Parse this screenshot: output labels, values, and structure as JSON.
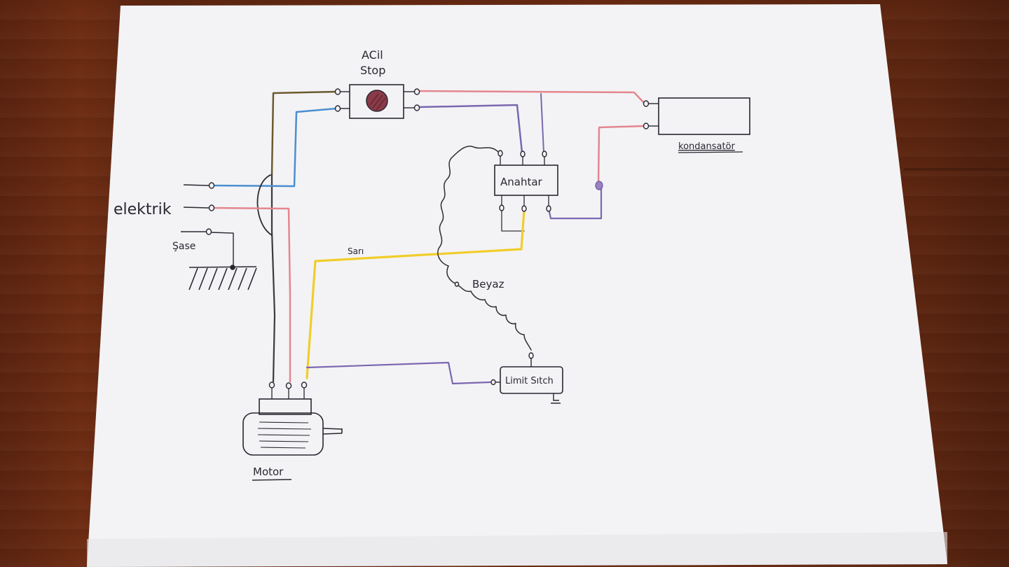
{
  "labels": {
    "acil_stop_line1": "ACil",
    "acil_stop_line2": "Stop",
    "kondansator": "kondansatör",
    "anahtar": "Anahtar",
    "elektrik": "elektrik",
    "sase": "Şase",
    "sari": "Sarı",
    "beyaz": "Beyaz",
    "limit_switch": "Limit Sıtch",
    "motor": "Motor"
  },
  "colors": {
    "paper": "#f3f3f6",
    "ink": "#2a2730",
    "wire_red": "#e4868e",
    "wire_blue": "#4a8fd0",
    "wire_purple": "#7b67b0",
    "wire_yellow": "#f1cd2a",
    "wire_black": "#3a3a3a",
    "wire_brown": "#6b5a2e",
    "emergency_button": "#8a3a48"
  }
}
